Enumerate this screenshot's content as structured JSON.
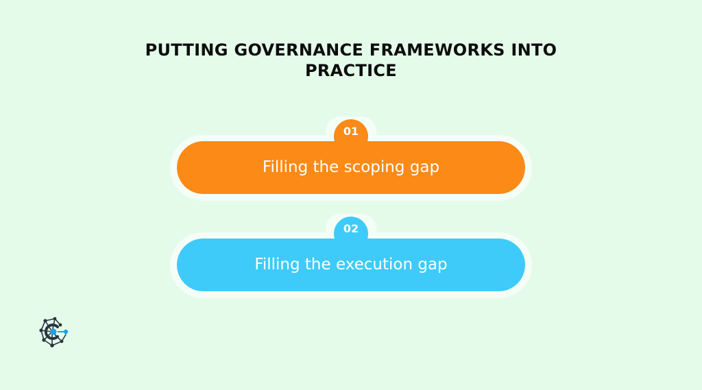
{
  "title": {
    "line1": "PUTTING GOVERNANCE FRAMEWORKS INTO",
    "line2": "PRACTICE"
  },
  "steps": [
    {
      "number": "01",
      "label": "Filling the scoping gap",
      "color": "#fb8a16"
    },
    {
      "number": "02",
      "label": "Filling the execution gap",
      "color": "#3ecbfa"
    }
  ],
  "colors": {
    "background": "#e4fbea",
    "halo": "#f4fdf6",
    "title": "#0d0d0d",
    "logo_dark": "#2b3440",
    "logo_accent": "#1aa3e8"
  },
  "logo": {
    "icon": "network-node-logo-icon"
  }
}
